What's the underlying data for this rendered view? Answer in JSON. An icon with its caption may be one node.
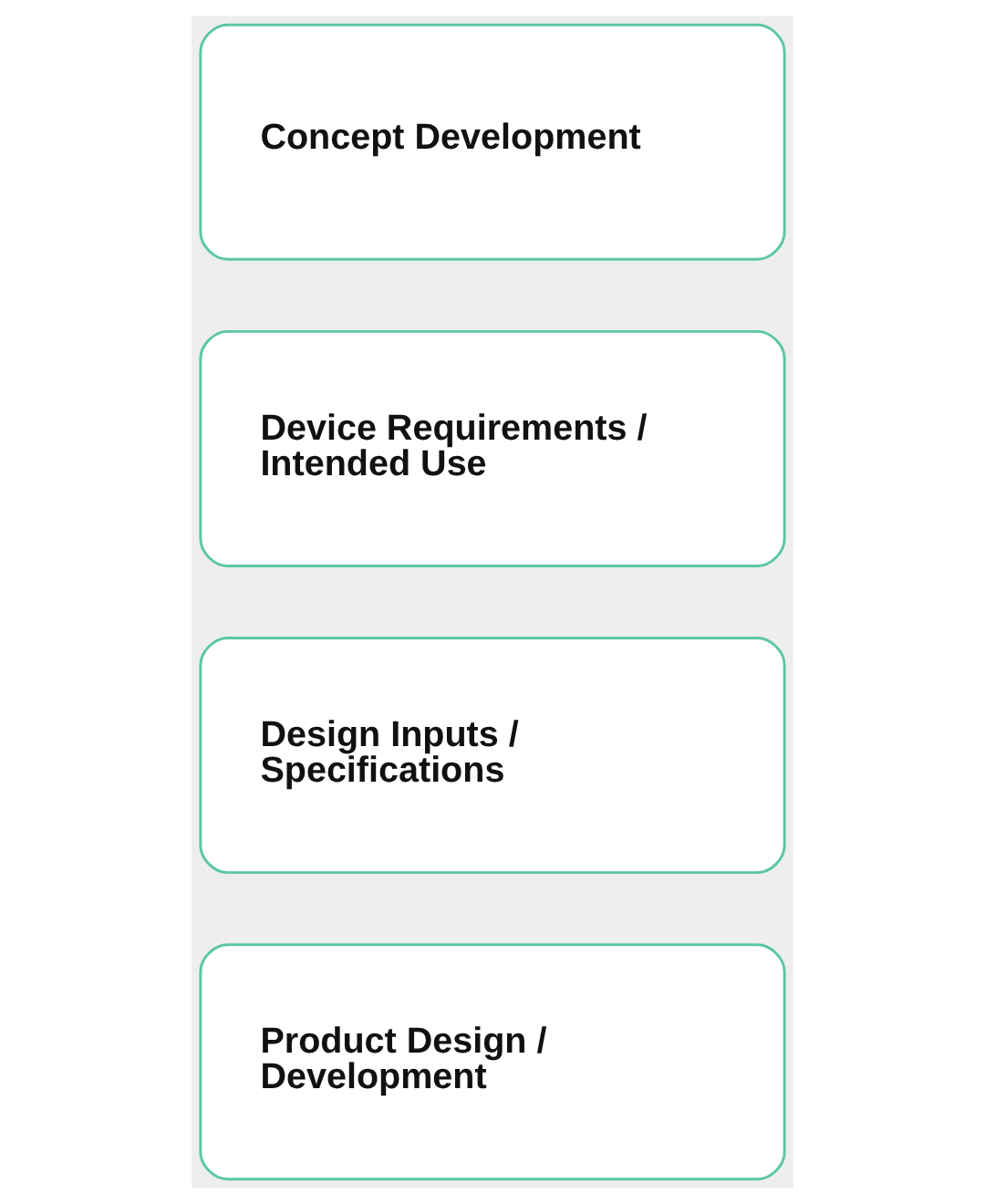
{
  "diagram": {
    "nodes": [
      {
        "text": [
          "Concept Development"
        ]
      },
      {
        "text": [
          "Device Requirements / Intended Use"
        ]
      },
      {
        "text": [
          "Design Inputs / Specifications"
        ]
      },
      {
        "text": [
          "Product Design / Development"
        ]
      }
    ]
  }
}
